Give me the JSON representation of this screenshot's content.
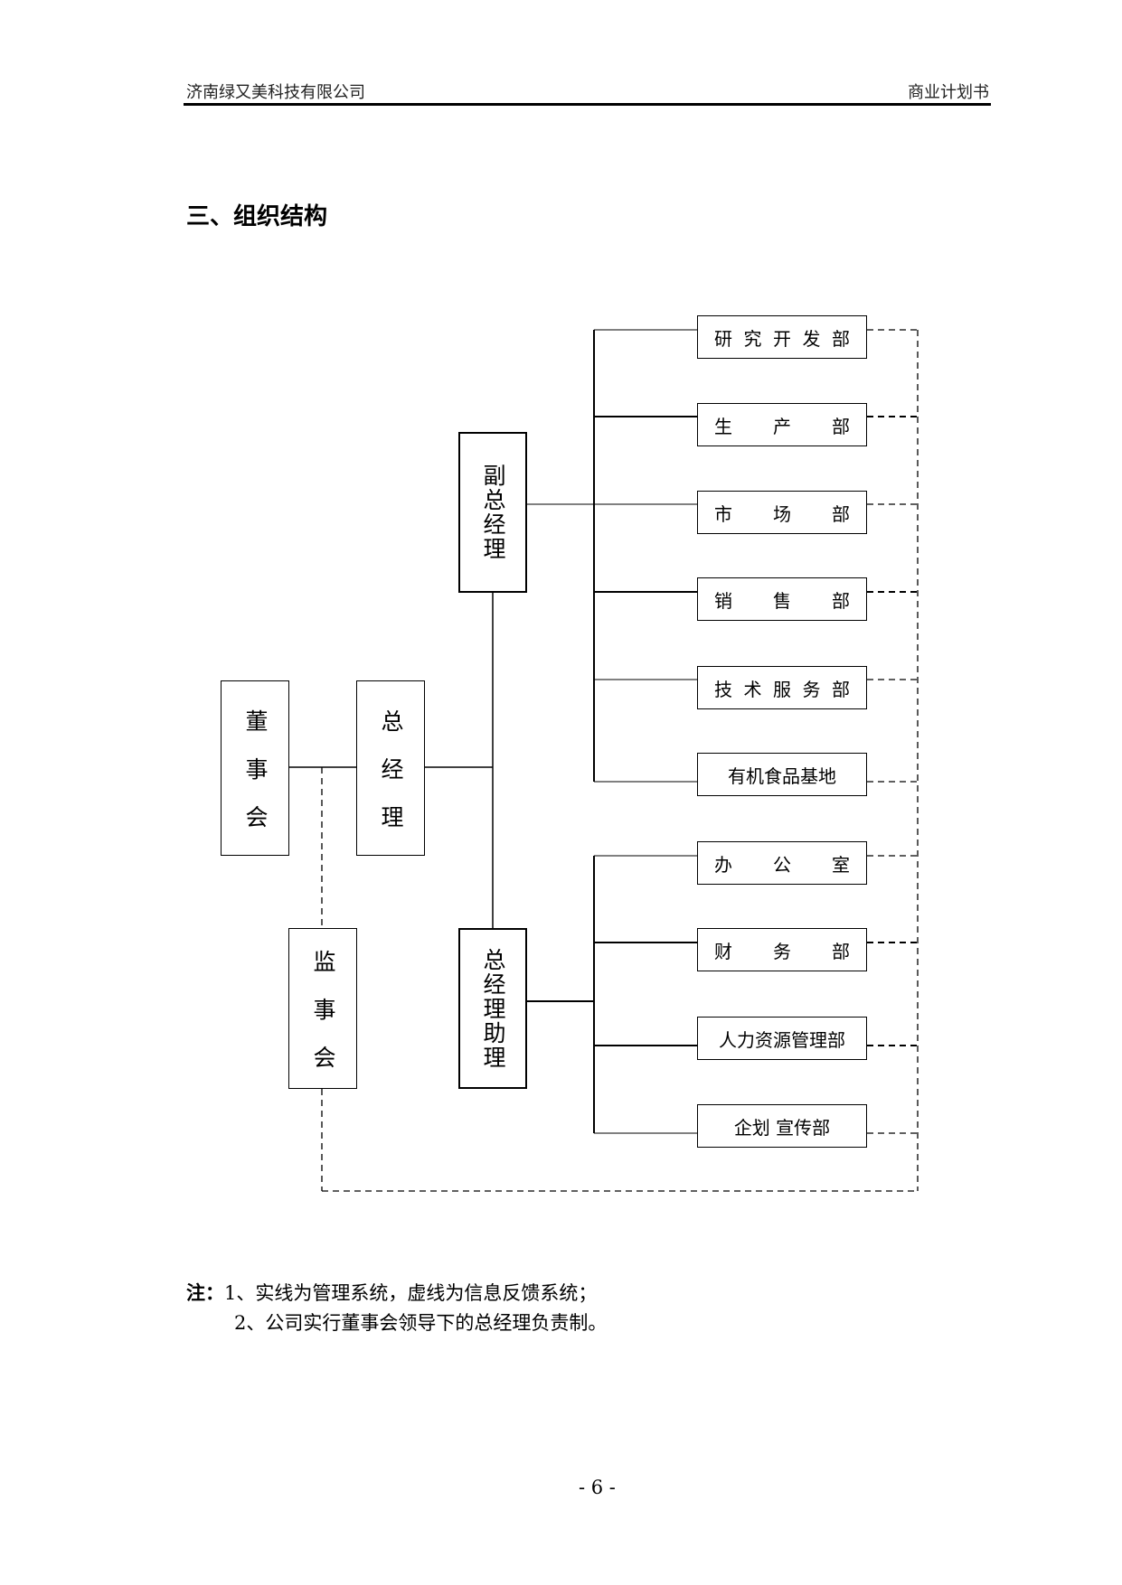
{
  "header": {
    "company": "济南绿又美科技有限公司",
    "doc_type": "商业计划书"
  },
  "section_title": "三、组织结构",
  "org_chart": {
    "board": "董事会",
    "general_manager": "总经理",
    "supervisory_board": "监事会",
    "deputy_gm": "副总经理",
    "gm_assistant": "总经理助理",
    "deputy_departments": [
      "研究开发部",
      "生产部",
      "市场部",
      "销售部",
      "技术服务部",
      "有机食品基地"
    ],
    "assistant_departments": [
      "办公室",
      "财务部",
      "人力资源管理部",
      "企划 宣传部"
    ]
  },
  "notes": {
    "label": "注：",
    "line1": "1、实线为管理系统，虚线为信息反馈系统；",
    "line2": "2、公司实行董事会领导下的总经理负责制。"
  },
  "page_number": "- 6 -"
}
